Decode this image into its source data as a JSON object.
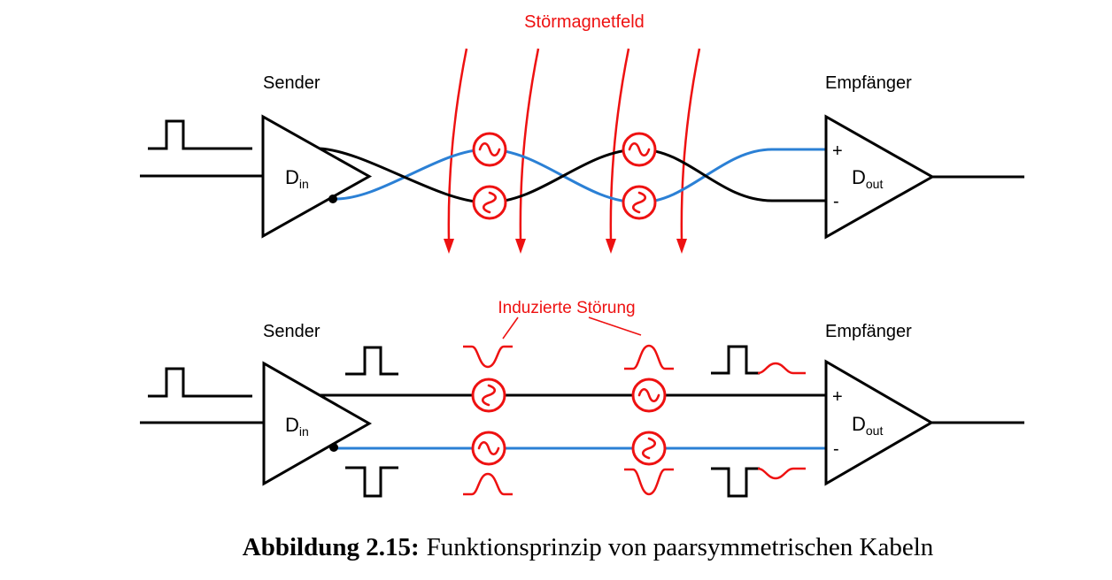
{
  "figure": {
    "top_diagram": {
      "field_label": "Störmagnetfeld",
      "sender_label": "Sender",
      "receiver_label": "Empfänger",
      "din_base": "D",
      "din_sub": "in",
      "dout_base": "D",
      "dout_sub": "out",
      "plus": "+",
      "minus": "-"
    },
    "bottom_diagram": {
      "noise_label": "Induzierte Störung",
      "sender_label": "Sender",
      "receiver_label": "Empfänger",
      "din_base": "D",
      "din_sub": "in",
      "dout_base": "D",
      "dout_sub": "out",
      "plus": "+",
      "minus": "-"
    },
    "caption": {
      "bold": "Abbildung 2.15:",
      "rest": "Funktionsprinzip von paarsymmetrischen Kabeln"
    },
    "icons": {
      "ac_source": "ac-source-icon",
      "field_arrow": "down-arrow-icon"
    },
    "colors": {
      "noise_red": "#ee1111",
      "wire_blue": "#2b80d5",
      "wire_black": "#000000"
    }
  }
}
